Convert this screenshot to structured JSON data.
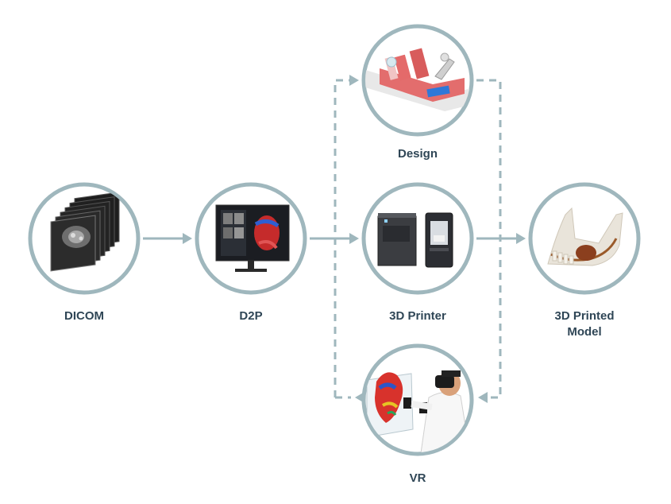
{
  "colors": {
    "ring": "#9fb7bd",
    "arrow": "#9fb7bd",
    "label": "#2f4656"
  },
  "nodes": [
    {
      "id": "dicom",
      "label": "DICOM",
      "icon": "dicom-scan-stack-icon"
    },
    {
      "id": "d2p",
      "label": "D2P",
      "icon": "monitor-heart-model-icon"
    },
    {
      "id": "design",
      "label": "Design",
      "icon": "cad-design-model-icon"
    },
    {
      "id": "printer",
      "label": "3D Printer",
      "icon": "3d-printer-machines-icon"
    },
    {
      "id": "model",
      "label": "3D Printed\nModel",
      "icon": "jaw-bone-model-icon"
    },
    {
      "id": "vr",
      "label": "VR",
      "icon": "vr-headset-user-icon"
    }
  ]
}
